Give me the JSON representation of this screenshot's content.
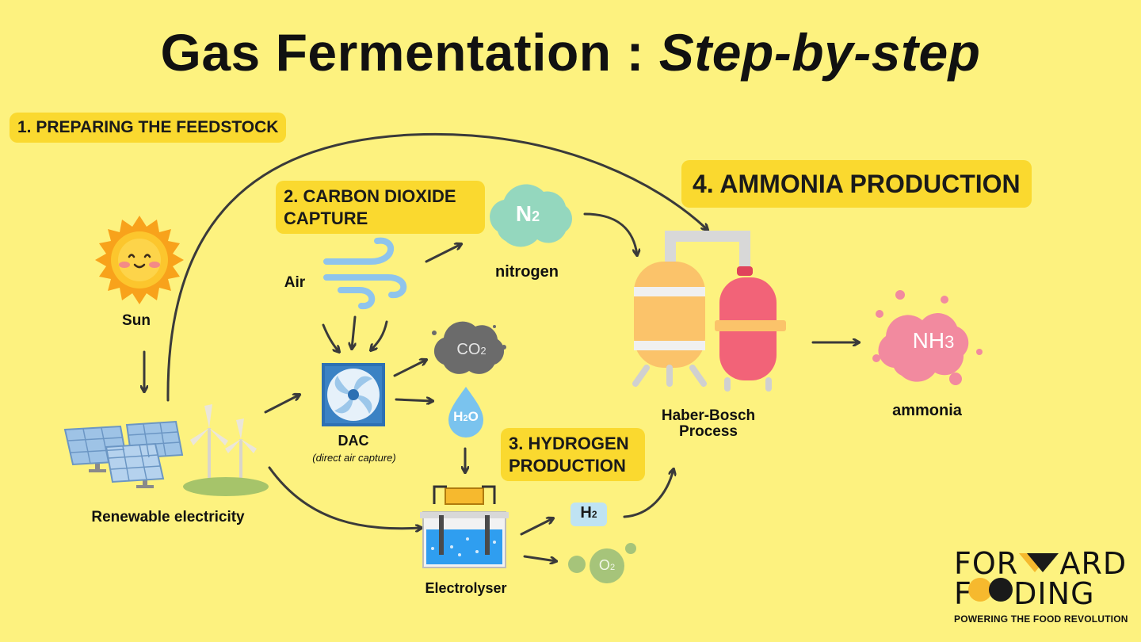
{
  "title": {
    "main": "Gas Fermentation :",
    "emphasis": "Step-by-step"
  },
  "steps": {
    "s1": "1. PREPARING THE FEEDSTOCK",
    "s2_line1": "2. CARBON DIOXIDE",
    "s2_line2": "CAPTURE",
    "s3_line1": "3. HYDROGEN",
    "s3_line2": "PRODUCTION",
    "s4": "4. AMMONIA PRODUCTION"
  },
  "labels": {
    "sun": "Sun",
    "renewable": "Renewable electricity",
    "air": "Air",
    "nitrogen": "nitrogen",
    "dac": "DAC",
    "dac_sub": "(direct air capture)",
    "electrolyser": "Electrolyser",
    "haber_line1": "Haber-Bosch",
    "haber_line2": "Process",
    "ammonia": "ammonia"
  },
  "molecules": {
    "n2": "N",
    "n2_sub": "2",
    "co2": "CO",
    "co2_sub": "2",
    "h2o_h": "H",
    "h2o_sub": "2",
    "h2o_o": "O",
    "h2": "H",
    "h2_sub": "2",
    "o2": "O",
    "o2_sub": "2",
    "nh3": "NH",
    "nh3_sub": "3"
  },
  "logo": {
    "line1": "FOR    ARD",
    "line2": "F    DING",
    "tagline": "POWERING THE FOOD REVOLUTION"
  },
  "colors": {
    "background": "#fdf27f",
    "step_box": "#fad92f",
    "arrow": "#3a3a3a"
  }
}
